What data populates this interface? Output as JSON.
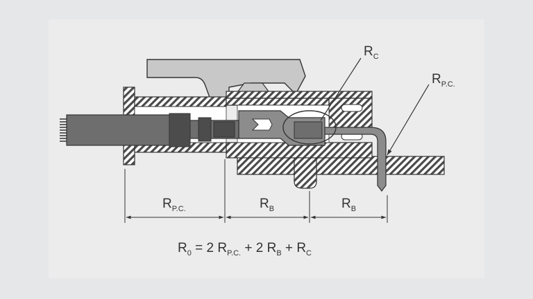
{
  "colors": {
    "background": "#e6e7e9",
    "panel": "#ececed",
    "ink": "#333333",
    "hatch": "#4a4a4a",
    "light_gray": "#c8c8c8",
    "mid_gray": "#8c8c8c",
    "cable_gray": "#6e6e6e",
    "dark_gray": "#4c4c4c"
  },
  "labels": {
    "rc": {
      "main": "R",
      "sub": "C"
    },
    "rpc_top": {
      "main": "R",
      "sub": "P.C."
    },
    "dim_rpc": {
      "main": "R",
      "sub": "P.C."
    },
    "dim_rb_1": {
      "main": "R",
      "sub": "B"
    },
    "dim_rb_2": {
      "main": "R",
      "sub": "B"
    }
  },
  "formula": {
    "r0": "R",
    "r0_sub": "0",
    "eq": " = 2 ",
    "rpc": "R",
    "rpc_sub": "P.C.",
    "plus1": " + 2 ",
    "rb": "R",
    "rb_sub": "B",
    "plus2": " + ",
    "rc": "R",
    "rc_sub": "C"
  }
}
